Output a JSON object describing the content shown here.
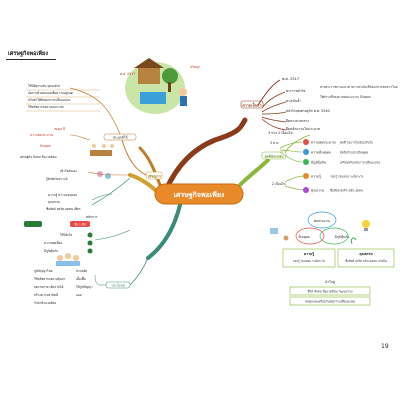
{
  "header": {
    "title": "เศรษฐกิจพอเพียง"
  },
  "page_number": "19",
  "center": {
    "label": "เศรษฐกิจพอเพียง"
  },
  "left_upper": {
    "hub": "ปรัชญาฯ",
    "top_items": [
      "ใช้ได้ทุกระดับ ทุกองค์กร",
      "จัดการด้วยตนเองเพื่อความอยู่รอด",
      "ปรับตัวให้ทันต่อการเปลี่ยนแปลง",
      "ใช้ทรัพยากรอย่างเหมาะสม"
    ],
    "branch": "ประยุกต์ใช้",
    "sub_a": "สมดุล ปี",
    "sub_b": "ความพอประมาณ",
    "sub_c": "มีเหตุผล",
    "row1": "เศรษฐกิจ สังคม สิ่งแวดล้อม",
    "mid_items": [
      "เข้าใจตนเอง",
      "รู้จักคิดวิเคราะห์"
    ],
    "low_items": [
      "ความรู้ ความรอบคอบ",
      "คุณธรรม"
    ],
    "row_bottom": "ซื่อสัตย์ สุจริต อดทน เพียร"
  },
  "left_lower": {
    "header": "หลักการ",
    "pill": "ข้อ 1 ข้อ",
    "numbered": [
      "ใช้ได้จริง",
      "ความพอเพียง",
      "มีภูมิคุ้มกัน"
    ],
    "list": [
      "ภูมิปัญญาไทย",
      "ใช้ทรัพยากรอย่างคุ้มค่า",
      "ลดรายจ่าย เพิ่มรายได้",
      "สร้างความสามัคคี",
      "รักษาสิ่งแวดล้อม"
    ],
    "sub_list": [
      "ประหยัด",
      "เอื้อเฟื้อ",
      "ใช้ภูมิปัญญา",
      "ออม"
    ],
    "hub": "ประโยชน์"
  },
  "right_upper": {
    "hub": "ความเป็นมา",
    "year": "พ.ศ. 2517",
    "items": [
      "พระราชดำรัส",
      "ทรงเน้นย้ำ",
      "หลังวิกฤตเศรษฐกิจ พ.ศ. 2540"
    ],
    "notes": [
      "ทรงพระราชทานแนวทางการดำเนินชีวิตแก่ปวงชนชาวไทย",
      "ให้ดำรงชีวิตอย่างพอประมาณ มีเหตุผล"
    ],
    "extra": [
      "ยึดทางสายกลาง",
      "ยึดหลักความไม่ประมาท"
    ]
  },
  "right_lower": {
    "hub": "องค์ประกอบ",
    "title_line": "3 ห่วง 2 เงื่อนไข",
    "circles": [
      "ความพอประมาณ",
      "ความมีเหตุผล",
      "มีภูมิคุ้มกัน"
    ],
    "conditions": [
      "ความรู้",
      "คุณธรรม"
    ],
    "descs": [
      "พอดี ไม่มากไม่น้อยเกินไป",
      "ตัดสินใจอย่างมีเหตุผล",
      "เตรียมพร้อมรับการเปลี่ยนแปลง",
      "รอบรู้ รอบคอบ ระมัดระวัง",
      "ซื่อสัตย์ สุจริต ขยัน อดทน"
    ],
    "diagram_top": "พอประมาณ",
    "diagram_left": "มีเหตุผล",
    "diagram_right": "มีภูมิคุ้มกัน",
    "box_left_title": "ความรู้",
    "box_left_text": "รอบรู้ รอบคอบ ระมัดระวัง",
    "box_right_title": "คุณธรรม",
    "box_right_text": "ซื่อสัตย์ สุจริต ขยัน อดทน แบ่งปัน",
    "bottom_title": "นำไปสู่",
    "bottom_box1": "ชีวิต สังคม สิ่งแวดล้อม วัฒนธรรม",
    "bottom_box2": "สมดุลและพร้อมรับต่อการเปลี่ยนแปลง"
  }
}
